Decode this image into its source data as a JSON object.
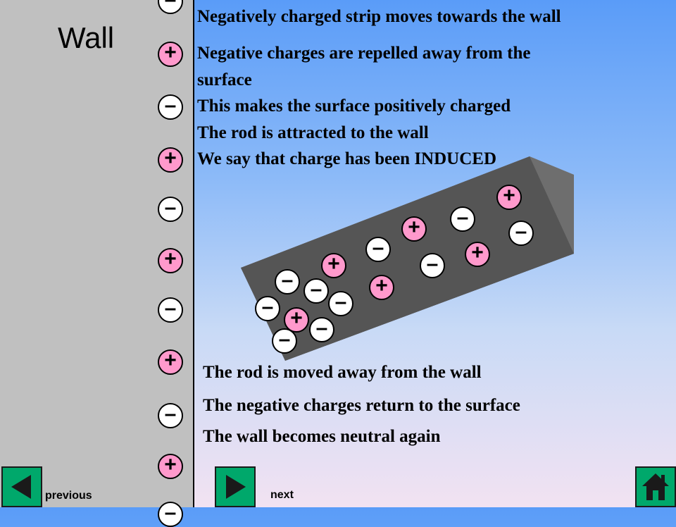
{
  "wall": {
    "title": "Wall"
  },
  "glyphs": {
    "pos": "+",
    "neg": "–"
  },
  "wall_charges": [
    "neg",
    "pos",
    "neg",
    "pos",
    "neg",
    "pos",
    "neg",
    "pos",
    "neg",
    "pos",
    "neg"
  ],
  "explanation_top": [
    "Negatively charged strip moves towards the wall",
    "Negative charges are repelled away from the",
    "surface",
    "This makes the surface positively charged",
    "The rod is attracted to the wall",
    "We say that charge has been INDUCED"
  ],
  "explanation_bottom": [
    "The rod is moved away from the wall",
    "The negative charges return to the surface",
    "The wall becomes neutral again"
  ],
  "rod_charges": [
    "pos",
    "neg",
    "pos",
    "neg",
    "neg",
    "pos",
    "neg",
    "pos",
    "pos",
    "neg",
    "neg",
    "neg",
    "neg",
    "pos",
    "neg",
    "neg"
  ],
  "nav": {
    "previous_label": "previous",
    "next_label": "next"
  },
  "colors": {
    "positive": "#ff99cc",
    "negative": "#ffffff",
    "wall": "#c0c0c0",
    "nav_button": "#00a86b",
    "rod": "#555555"
  }
}
